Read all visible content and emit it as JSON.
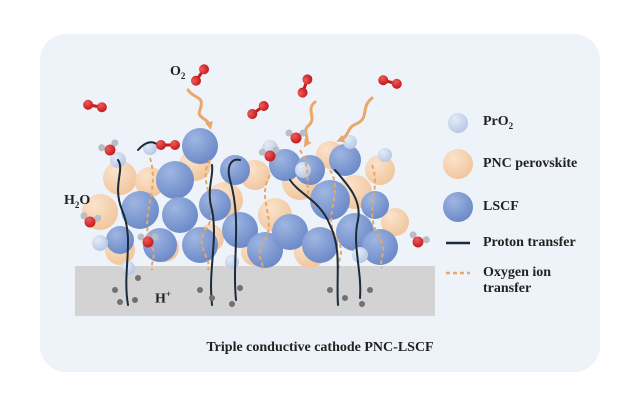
{
  "labels": {
    "o2": {
      "main": "O",
      "sub": "2"
    },
    "h2o": {
      "pre": "H",
      "sub": "2",
      "post": "O"
    },
    "proton": {
      "main": "H",
      "sup": "+"
    }
  },
  "legend": {
    "items": [
      {
        "id": "pro2",
        "pre": "PrO",
        "sub": "2",
        "color": "#c9d6ec"
      },
      {
        "id": "pnc",
        "text": "PNC perovskite",
        "color": "#f6d2b0"
      },
      {
        "id": "lscf",
        "text": "LSCF",
        "color": "#7f9bd2"
      },
      {
        "id": "proton-transfer",
        "text": "Proton transfer",
        "color": "#1d2a38"
      },
      {
        "id": "oxygen-ion-transfer",
        "text": "Oxygen ion\ntransfer",
        "color": "#e8a86a"
      }
    ]
  },
  "caption": "Triple conductive cathode PNC-LSCF",
  "colors": {
    "panel": "#eef3fa",
    "electrolyte": "#d2d2d2",
    "o2_atom": "#d32a2a",
    "h_atom": "#bfc4cc",
    "pnc": "#f6d2b0",
    "lscf": "#7f9bd2",
    "pro2": "#c9d6ec",
    "arrow": "#e8a86a",
    "proton_path": "#1d2a38"
  }
}
